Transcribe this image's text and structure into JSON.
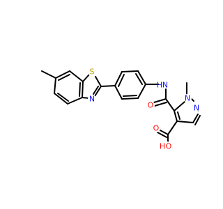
{
  "colors": {
    "bond": "#000000",
    "S": "#b8a200",
    "N": "#1515ff",
    "O": "#ff0d0d"
  },
  "atoms": {
    "S": "S",
    "N_thiazole": "N",
    "NH_N": "N",
    "NH_H": "H",
    "pz_N1": "N",
    "pz_N2": "N",
    "O_amide": "O",
    "O_acid": "O",
    "OH_O": "O",
    "OH_H": "H"
  }
}
